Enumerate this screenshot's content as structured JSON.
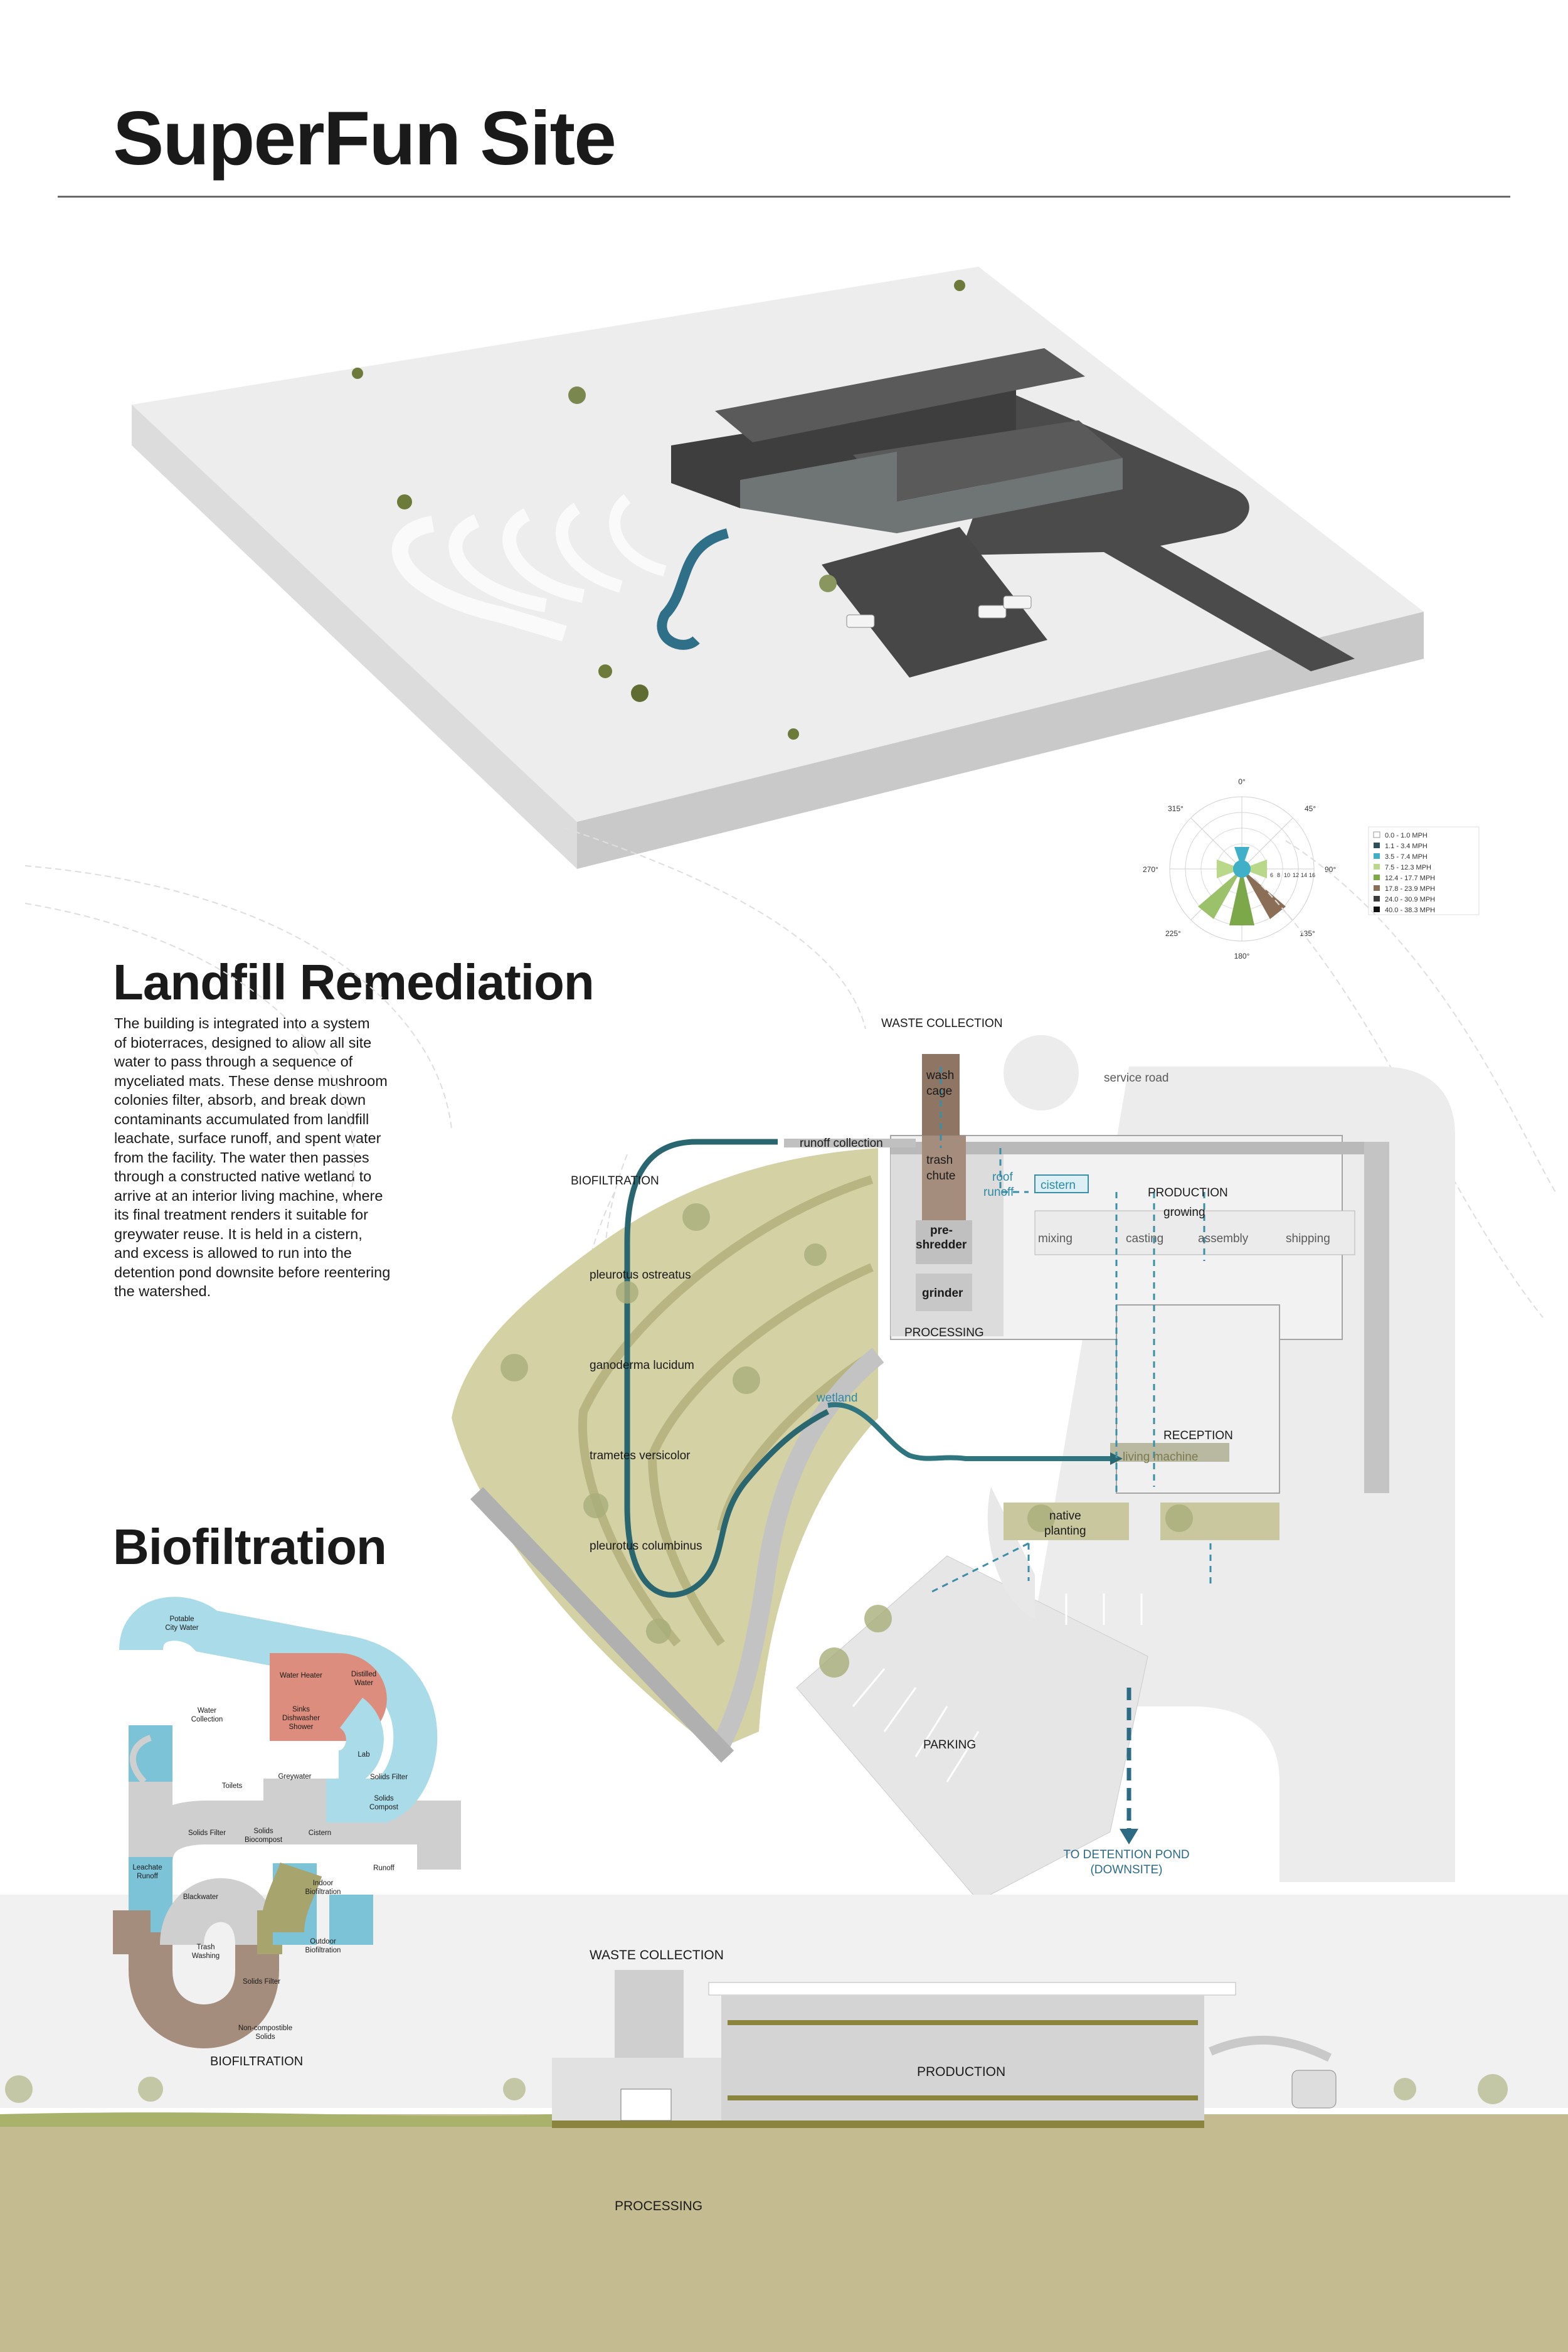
{
  "title": "SuperFun Site",
  "sections": {
    "landfill": {
      "heading": "Landfill Remediation",
      "body": "The building is integrated into a system\nof bioterraces, designed to allow all site\nwater to pass through a sequence of\nmyceliated mats.  These dense mushroom\ncolonies filter, absorb, and break down\ncontaminants accumulated from landfill\nleachate, surface runoff, and spent water\nfrom the facility.  The water then passes\nthrough a constructed native wetland to\narrive at an interior living machine, where\nits final treatment renders it suitable for\ngreywater reuse.  It is held in a cistern,\nand excess is allowed to run into the\ndetention pond downsite before reentering\nthe watershed."
    },
    "biofiltration": {
      "heading": "Biofiltration"
    }
  },
  "wind_rose": {
    "directions": [
      "0°",
      "45°",
      "90°",
      "135°",
      "180°",
      "225°",
      "270°",
      "315°"
    ],
    "ring_labels": [
      "6",
      "8",
      "10",
      "12",
      "14",
      "16"
    ],
    "legend": [
      {
        "label": "0.0 - 1.0 MPH",
        "color": "#ffffff"
      },
      {
        "label": "1.1 - 3.4 MPH",
        "color": "#2c4f58"
      },
      {
        "label": "3.5 - 7.4 MPH",
        "color": "#3fb0c8"
      },
      {
        "label": "7.5 - 12.3 MPH",
        "color": "#b9d88a"
      },
      {
        "label": "12.4 - 17.7 MPH",
        "color": "#7da84a"
      },
      {
        "label": "17.8 - 23.9 MPH",
        "color": "#8a6e55"
      },
      {
        "label": "24.0 - 30.9 MPH",
        "color": "#3b3b3b"
      },
      {
        "label": "40.0 - 38.3 MPH",
        "color": "#111111"
      }
    ]
  },
  "plan": {
    "waste_collection": "WASTE COLLECTION",
    "wash_cage": [
      "wash",
      "cage"
    ],
    "service_road": "service road",
    "runoff_collection": "runoff collection",
    "trash_chute": [
      "trash",
      "chute"
    ],
    "roof_runoff": [
      "roof",
      "runoff"
    ],
    "cistern": "cistern",
    "production": "PRODUCTION",
    "growing": "growing",
    "stations": [
      "mixing",
      "casting",
      "assembly",
      "shipping"
    ],
    "pre_shredder": [
      "pre-",
      "shredder"
    ],
    "grinder": "grinder",
    "processing": "PROCESSING",
    "biofiltration": "BIOFILTRATION",
    "mushrooms": [
      "pleurotus ostreatus",
      "ganoderma lucidum",
      "trametes versicolor",
      "pleurotus columbinus"
    ],
    "wetland": "wetland",
    "reception": "RECEPTION",
    "living_machine": "living machine",
    "native_planting": [
      "native",
      "planting"
    ],
    "parking": "PARKING",
    "detention": [
      "TO DETENTION POND",
      "(DOWNSITE)"
    ]
  },
  "loop_diagram": {
    "potable": [
      "Potable",
      "City Water"
    ],
    "water_heater": "Water Heater",
    "distilled": [
      "Distilled",
      "Water"
    ],
    "sinks": [
      "Sinks",
      "Dishwasher",
      "Shower"
    ],
    "lab": "Lab",
    "water_collection": [
      "Water",
      "Collection"
    ],
    "greywater": "Greywater",
    "solids_filter": "Solids Filter",
    "toilets": "Toilets",
    "solids_compost": [
      "Solids",
      "Compost"
    ],
    "solids_biocompost": [
      "Solids",
      "Biocompost"
    ],
    "cistern": "Cistern",
    "indoor_bio": [
      "Indoor",
      "Biofiltration"
    ],
    "runoff": "Runoff",
    "leachate": [
      "Leachate",
      "Runoff"
    ],
    "blackwater": "Blackwater",
    "trash_washing": [
      "Trash",
      "Washing"
    ],
    "outdoor_bio": [
      "Outdoor",
      "Biofiltration"
    ],
    "non_compostable": [
      "Non-compostible",
      "Solids"
    ],
    "colors": {
      "potable": "#a9dbe8",
      "heater": "#dc8d7d",
      "grey": "#cfcfcf",
      "brown": "#a58d7d",
      "olive": "#a8a46e",
      "blue": "#7cc3d8"
    }
  },
  "section_labels": {
    "waste_collection": "WASTE COLLECTION",
    "production": "PRODUCTION",
    "biofiltration": "BIOFILTRATION",
    "processing": "PROCESSING"
  }
}
